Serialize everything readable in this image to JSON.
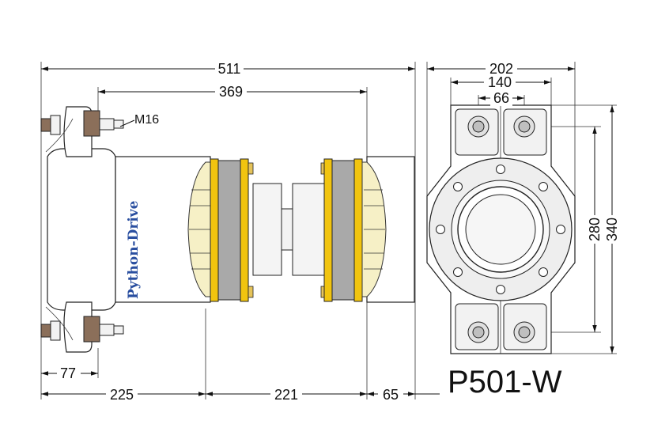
{
  "title": "P501-W",
  "brand": "Python-Drive",
  "bolt_label": "M16",
  "dimensions": {
    "overall_length": "511",
    "mount_span": "369",
    "left_base": "77",
    "seg_left": "225",
    "seg_middle": "221",
    "seg_right": "65",
    "end_width": "202",
    "end_bolt_span": "140",
    "end_inner_span": "66",
    "end_height_inner": "280",
    "end_height_outer": "340"
  }
}
